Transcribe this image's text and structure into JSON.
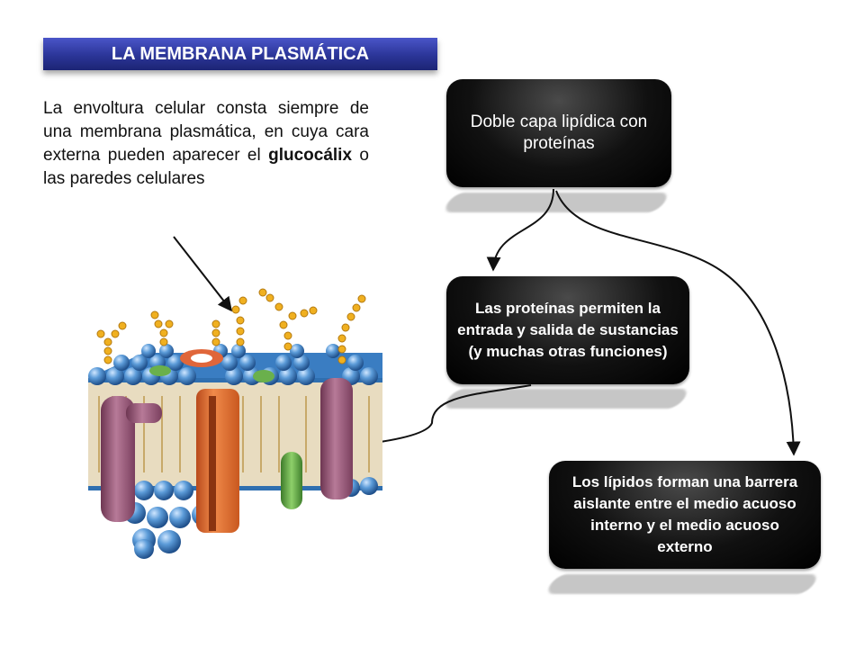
{
  "title": "LA MEMBRANA PLASMÁTICA",
  "intro": {
    "part1": "La envoltura celular consta siempre de una membrana plasmática, en cuya cara externa pueden aparecer el ",
    "bold": "glucocálix",
    "part2": " o las paredes celulares"
  },
  "boxes": {
    "b1": "Doble capa lipídica con proteínas",
    "b2": "Las proteínas permiten la entrada y salida de sustancias (y muchas otras funciones)",
    "b3": "Los lípidos forman  una barrera aislante entre el medio acuoso interno y el medio acuoso externo"
  },
  "colors": {
    "title_bar": "#2b3598",
    "box": "#111111",
    "phospholipid_head": "#5b9bd8",
    "glycan": "#f0b020",
    "channel_protein": "#e8743a",
    "protein_purple": "#9a5a7a",
    "protein_green": "#6ab04c"
  }
}
